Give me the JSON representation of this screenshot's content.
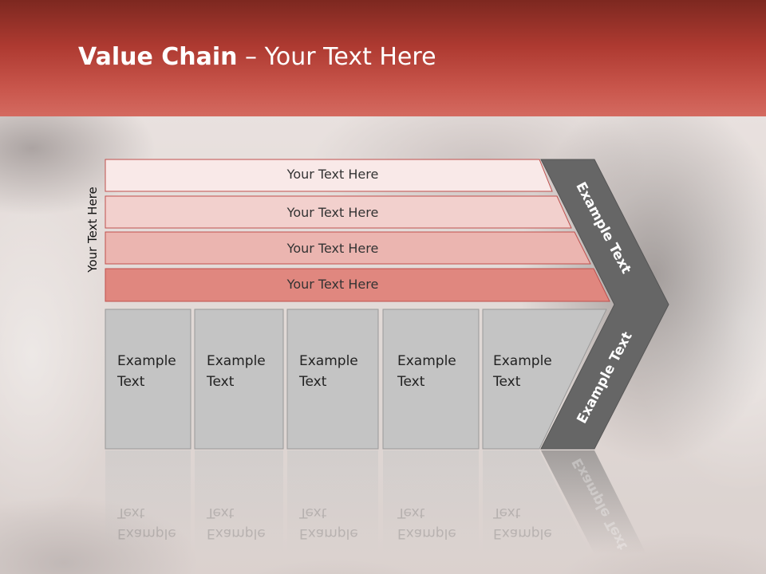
{
  "header": {
    "title_bold": "Value Chain",
    "title_rest": " – Your Text Here"
  },
  "side_label": "Your Text Here",
  "bands": [
    {
      "label": "Your Text Here",
      "color": "#f9e9e8"
    },
    {
      "label": "Your Text Here",
      "color": "#f2d0cd"
    },
    {
      "label": "Your Text Here",
      "color": "#ebb5b0"
    },
    {
      "label": "Your Text Here",
      "color": "#e0877f"
    }
  ],
  "boxes": [
    {
      "line1": "Example",
      "line2": "Text"
    },
    {
      "line1": "Example",
      "line2": "Text"
    },
    {
      "line1": "Example",
      "line2": "Text"
    },
    {
      "line1": "Example",
      "line2": "Text"
    },
    {
      "line1": "Example",
      "line2": "Text"
    }
  ],
  "chevron": {
    "upper_label": "Example Text",
    "lower_label": "Example Text",
    "color": "#666666"
  },
  "colors": {
    "header_dark": "#7d2820",
    "header_light": "#d46a60",
    "box_fill": "#c4c4c4"
  }
}
